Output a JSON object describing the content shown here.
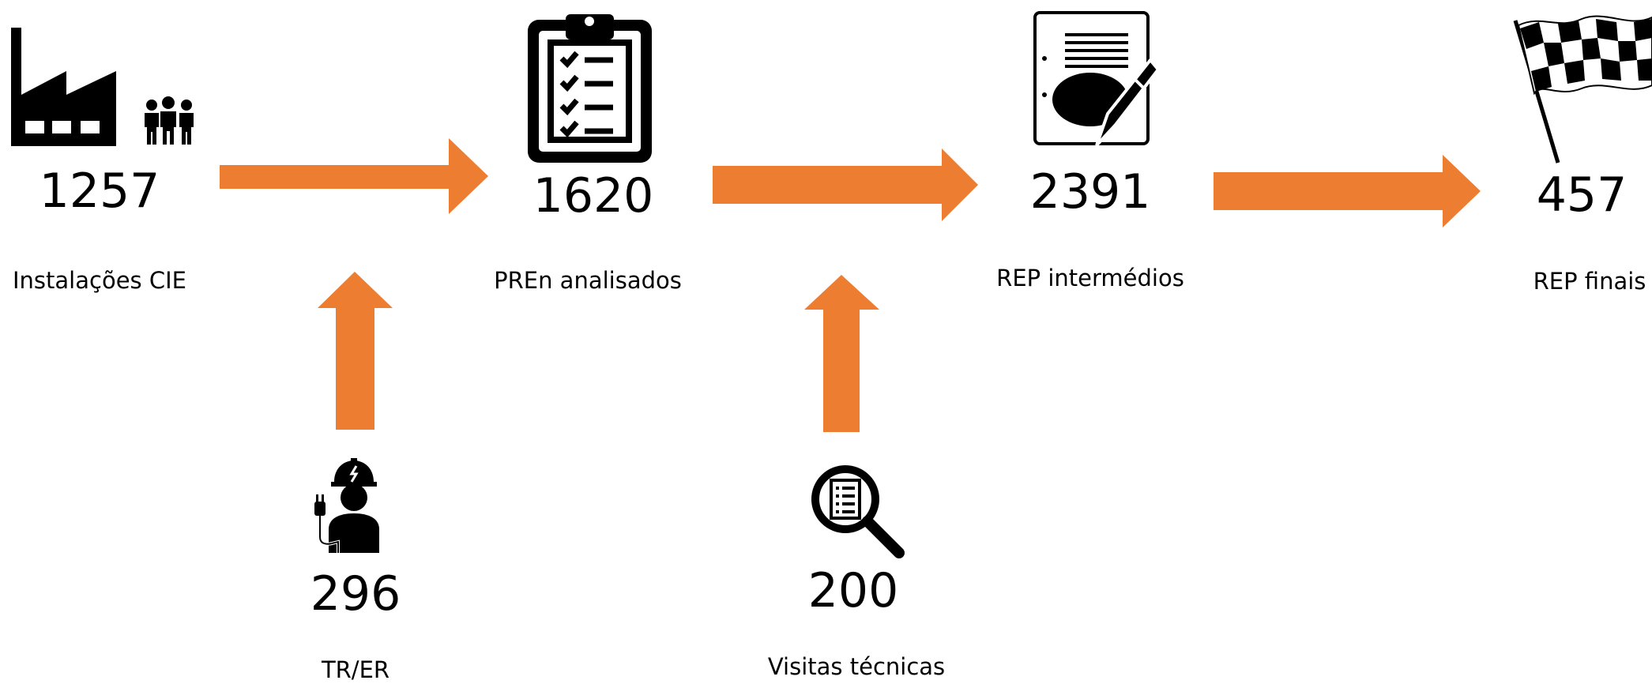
{
  "colors": {
    "arrow": "#ED7D31",
    "icon": "#000000",
    "background": "#FFFFFF"
  },
  "nodes": [
    {
      "id": "instalacoes",
      "value": "1257",
      "label": "Instalações CIE",
      "icon": "factory-people-icon"
    },
    {
      "id": "pren",
      "value": "1620",
      "label": "PREn analisados",
      "icon": "clipboard-checklist-icon"
    },
    {
      "id": "rep-intermedios",
      "value": "2391",
      "label": "REP intermédios",
      "icon": "document-pen-icon"
    },
    {
      "id": "rep-finais",
      "value": "457",
      "label": "REP finais",
      "icon": "checkered-flag-icon"
    },
    {
      "id": "tr-er",
      "value": "296",
      "label": "TR/ER",
      "icon": "electrician-icon"
    },
    {
      "id": "visitas",
      "value": "200",
      "label": "Visitas técnicas",
      "icon": "magnifier-document-icon"
    }
  ]
}
